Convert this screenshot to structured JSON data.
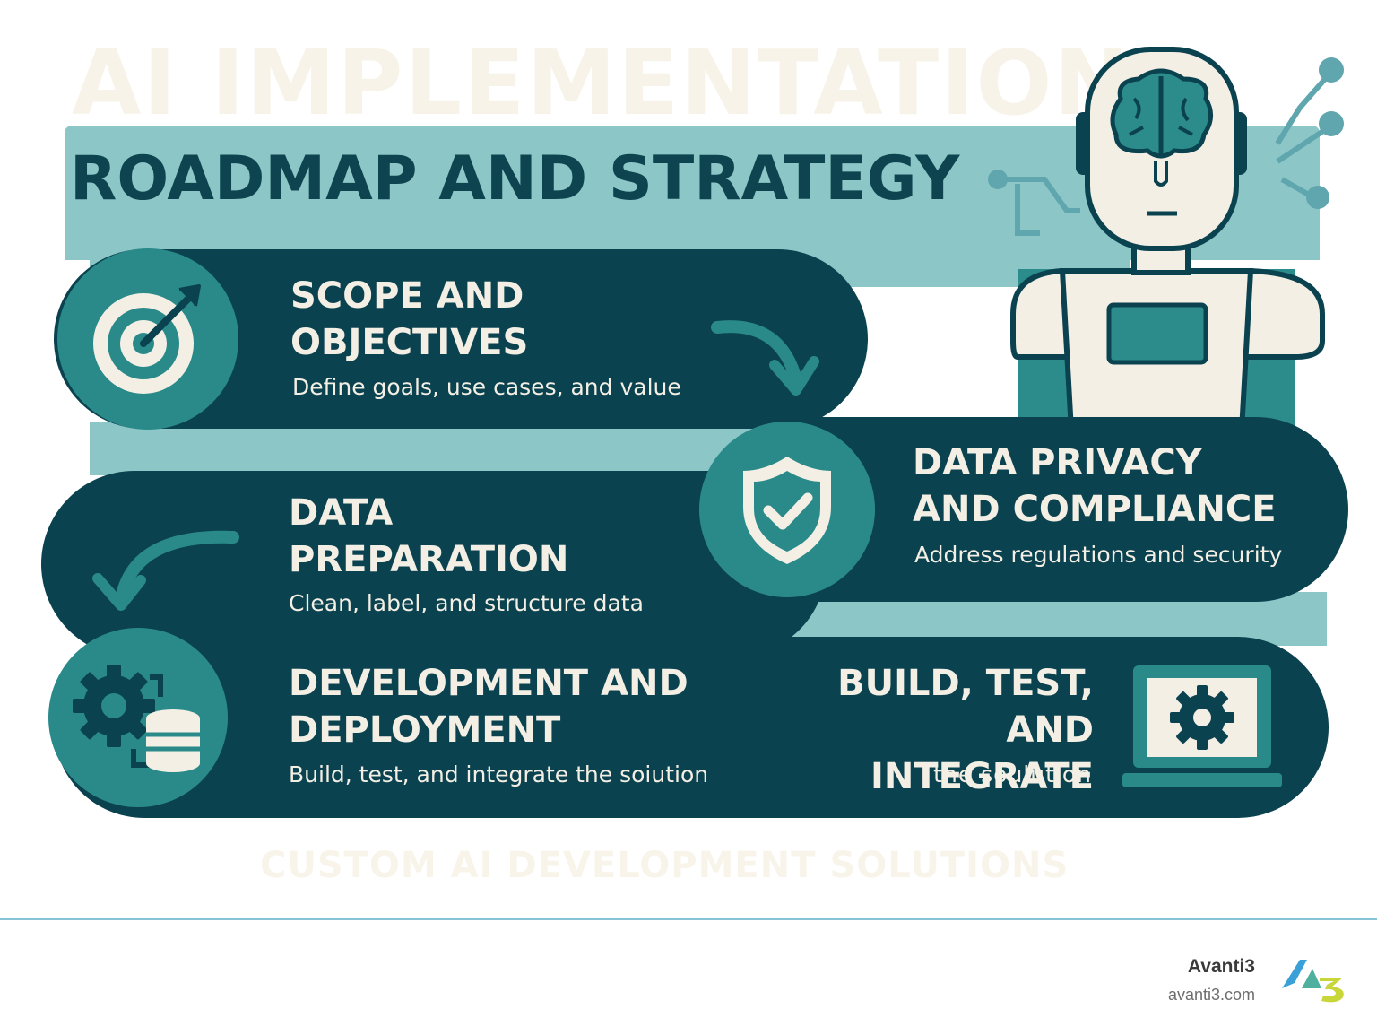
{
  "heading": {
    "faded": "AI IMPLEMENTATION",
    "main": "ROADMAP AND STRATEGY"
  },
  "steps": [
    {
      "title": "SCOPE AND\nOBJECTIVES",
      "description": "Define goals, use cases, and value",
      "icon": "target-icon"
    },
    {
      "title": "DATA\nPREPARATION",
      "description": "Clean, label, and structure data",
      "icon": "none"
    },
    {
      "title": "DATA PRIVACY\nAND COMPLIANCE",
      "description": "Address regulations and security",
      "icon": "shield-check-icon"
    },
    {
      "title": "DEVELOPMENT AND\nDEPLOYMENT",
      "description": "Build, test, and integrate the soiution",
      "icon": "gear-database-icon"
    },
    {
      "title": "BUILD, TEST,\nAND INTEGRATE",
      "description": "the soulution",
      "icon": "laptop-gear-icon"
    }
  ],
  "footer_faded": "CUSTOM AI DEVELOPMENT SOLUTIONS",
  "brand": {
    "name": "Avanti3",
    "url": "avanti3.com"
  },
  "colors": {
    "dark_teal": "#0b4250",
    "mid_teal": "#2a8a8a",
    "light_teal": "#8dc6c6",
    "cream": "#f3efe4"
  }
}
